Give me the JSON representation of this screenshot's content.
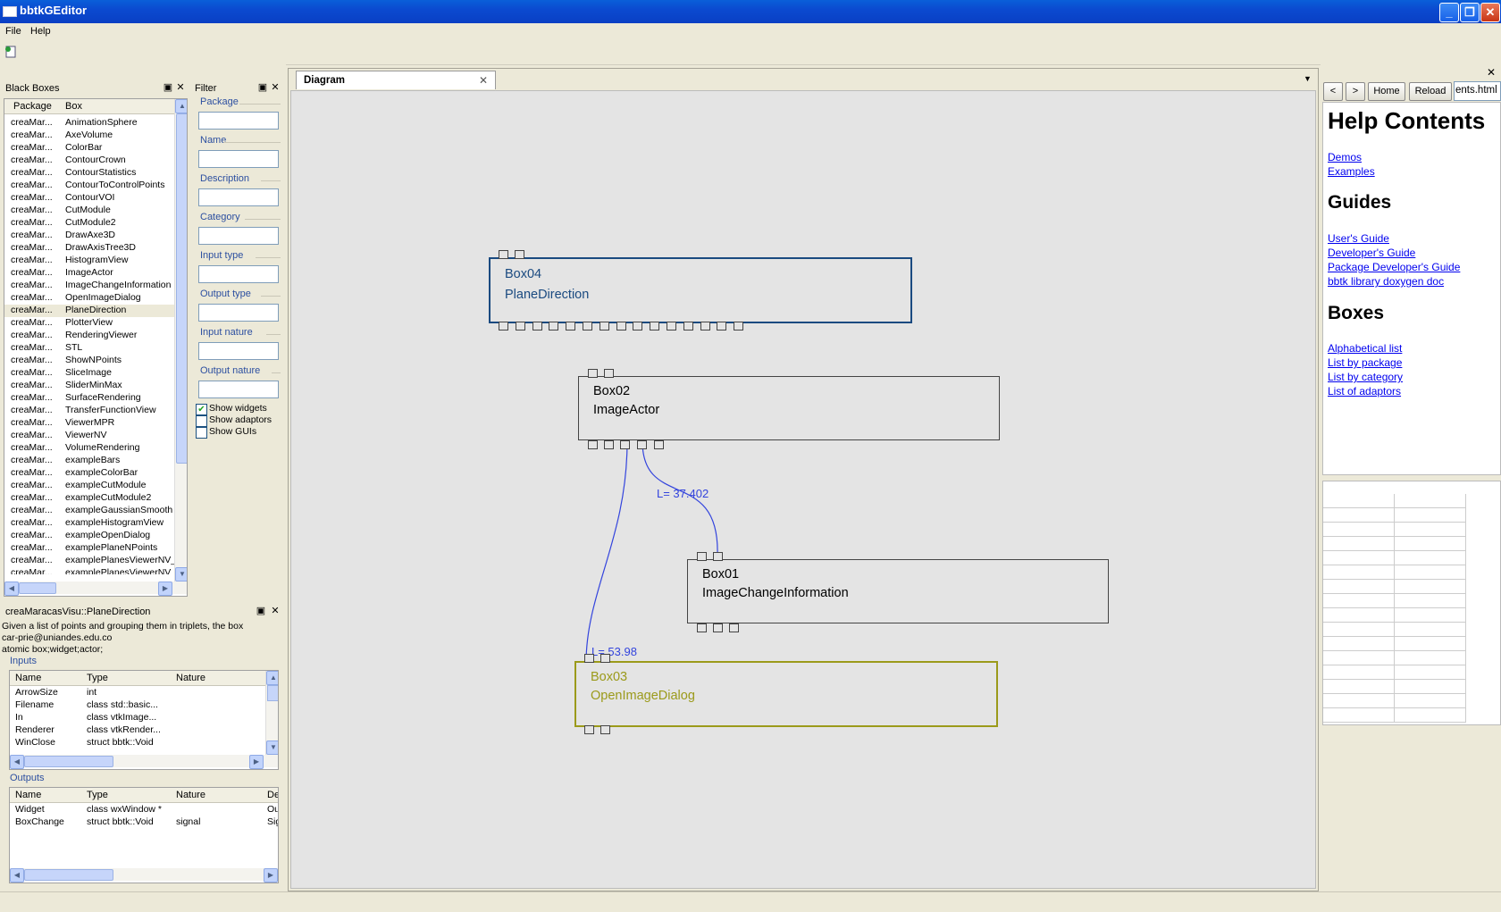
{
  "window": {
    "title": "bbtkGEditor"
  },
  "menu": {
    "file": "File",
    "help": "Help"
  },
  "black_boxes": {
    "title": "Black Boxes",
    "col_package": "Package",
    "col_box": "Box",
    "rows": [
      [
        "creaMar...",
        "AnimationSphere"
      ],
      [
        "creaMar...",
        "AxeVolume"
      ],
      [
        "creaMar...",
        "ColorBar"
      ],
      [
        "creaMar...",
        "ContourCrown"
      ],
      [
        "creaMar...",
        "ContourStatistics"
      ],
      [
        "creaMar...",
        "ContourToControlPoints"
      ],
      [
        "creaMar...",
        "ContourVOI"
      ],
      [
        "creaMar...",
        "CutModule"
      ],
      [
        "creaMar...",
        "CutModule2"
      ],
      [
        "creaMar...",
        "DrawAxe3D"
      ],
      [
        "creaMar...",
        "DrawAxisTree3D"
      ],
      [
        "creaMar...",
        "HistogramView"
      ],
      [
        "creaMar...",
        "ImageActor"
      ],
      [
        "creaMar...",
        "ImageChangeInformation"
      ],
      [
        "creaMar...",
        "OpenImageDialog"
      ],
      [
        "creaMar...",
        "PlaneDirection"
      ],
      [
        "creaMar...",
        "PlotterView"
      ],
      [
        "creaMar...",
        "RenderingViewer"
      ],
      [
        "creaMar...",
        "STL"
      ],
      [
        "creaMar...",
        "ShowNPoints"
      ],
      [
        "creaMar...",
        "SliceImage"
      ],
      [
        "creaMar...",
        "SliderMinMax"
      ],
      [
        "creaMar...",
        "SurfaceRendering"
      ],
      [
        "creaMar...",
        "TransferFunctionView"
      ],
      [
        "creaMar...",
        "ViewerMPR"
      ],
      [
        "creaMar...",
        "ViewerNV"
      ],
      [
        "creaMar...",
        "VolumeRendering"
      ],
      [
        "creaMar...",
        "exampleBars"
      ],
      [
        "creaMar...",
        "exampleColorBar"
      ],
      [
        "creaMar...",
        "exampleCutModule"
      ],
      [
        "creaMar...",
        "exampleCutModule2"
      ],
      [
        "creaMar...",
        "exampleGaussianSmooth"
      ],
      [
        "creaMar...",
        "exampleHistogramView"
      ],
      [
        "creaMar...",
        "exampleOpenDialog"
      ],
      [
        "creaMar...",
        "examplePlaneNPoints"
      ],
      [
        "creaMar...",
        "examplePlanesViewerNV_"
      ],
      [
        "creaMar...",
        "examplePlanesViewerNV_"
      ]
    ],
    "selected_index": 15
  },
  "filter": {
    "title": "Filter",
    "fields": [
      "Package",
      "Name",
      "Description",
      "Category",
      "Input type",
      "Output type",
      "Input nature",
      "Output nature"
    ],
    "show_widgets": "Show widgets",
    "show_adaptors": "Show adaptors",
    "show_guis": "Show GUIs",
    "show_widgets_checked": true,
    "show_adaptors_checked": false,
    "show_guis_checked": false
  },
  "box_info": {
    "title": "creaMaracasVisu::PlaneDirection",
    "description": "Given a list of points and grouping them in triplets, the box",
    "author": "car-prie@uniandes.edu.co",
    "category": "atomic box;widget;actor;",
    "inputs_label": "Inputs",
    "inputs_cols": [
      "Name",
      "Type",
      "Nature"
    ],
    "inputs": [
      [
        "ArrowSize",
        "int",
        ""
      ],
      [
        "Filename",
        "class std::basic...",
        ""
      ],
      [
        "In",
        "class vtkImage...",
        ""
      ],
      [
        "Renderer",
        "class vtkRender...",
        ""
      ],
      [
        "WinClose",
        "struct bbtk::Void",
        ""
      ]
    ],
    "outputs_label": "Outputs",
    "outputs_cols": [
      "Name",
      "Type",
      "Nature",
      "De"
    ],
    "outputs": [
      [
        "Widget",
        "class wxWindow *",
        "",
        "Ou"
      ],
      [
        "BoxChange",
        "struct bbtk::Void",
        "signal",
        "Sig"
      ]
    ]
  },
  "diagram": {
    "tab_label": "Diagram",
    "boxes": [
      {
        "id": "Box04",
        "type": "PlaneDirection",
        "color": "#1a4a80"
      },
      {
        "id": "Box02",
        "type": "ImageActor",
        "color": "#000000"
      },
      {
        "id": "Box01",
        "type": "ImageChangeInformation",
        "color": "#000000"
      },
      {
        "id": "Box03",
        "type": "OpenImageDialog",
        "color": "#9b9a1a"
      }
    ],
    "connections": [
      {
        "from": "Box02",
        "to": "Box01",
        "label": "L= 37.402"
      },
      {
        "from": "Box02",
        "to": "Box03",
        "label": "L= 53.98"
      }
    ]
  },
  "help": {
    "nav": {
      "back": "<",
      "forward": ">",
      "home": "Home",
      "reload": "Reload",
      "url": "ents.html"
    },
    "title": "Help Contents",
    "links_top": [
      "Demos",
      "Examples"
    ],
    "guides_title": "Guides",
    "guides": [
      "User's Guide",
      "Developer's Guide",
      "Package Developer's Guide",
      "bbtk library doxygen doc"
    ],
    "boxes_title": "Boxes",
    "boxes": [
      "Alphabetical list",
      "List by package",
      "List by category",
      "List of adaptors"
    ]
  },
  "colors": {
    "titlebar": "#0b4ad0",
    "link": "#0000ee",
    "selected_box": "#9b9a1a",
    "box04": "#1a4a80",
    "connection": "#3344dd"
  }
}
